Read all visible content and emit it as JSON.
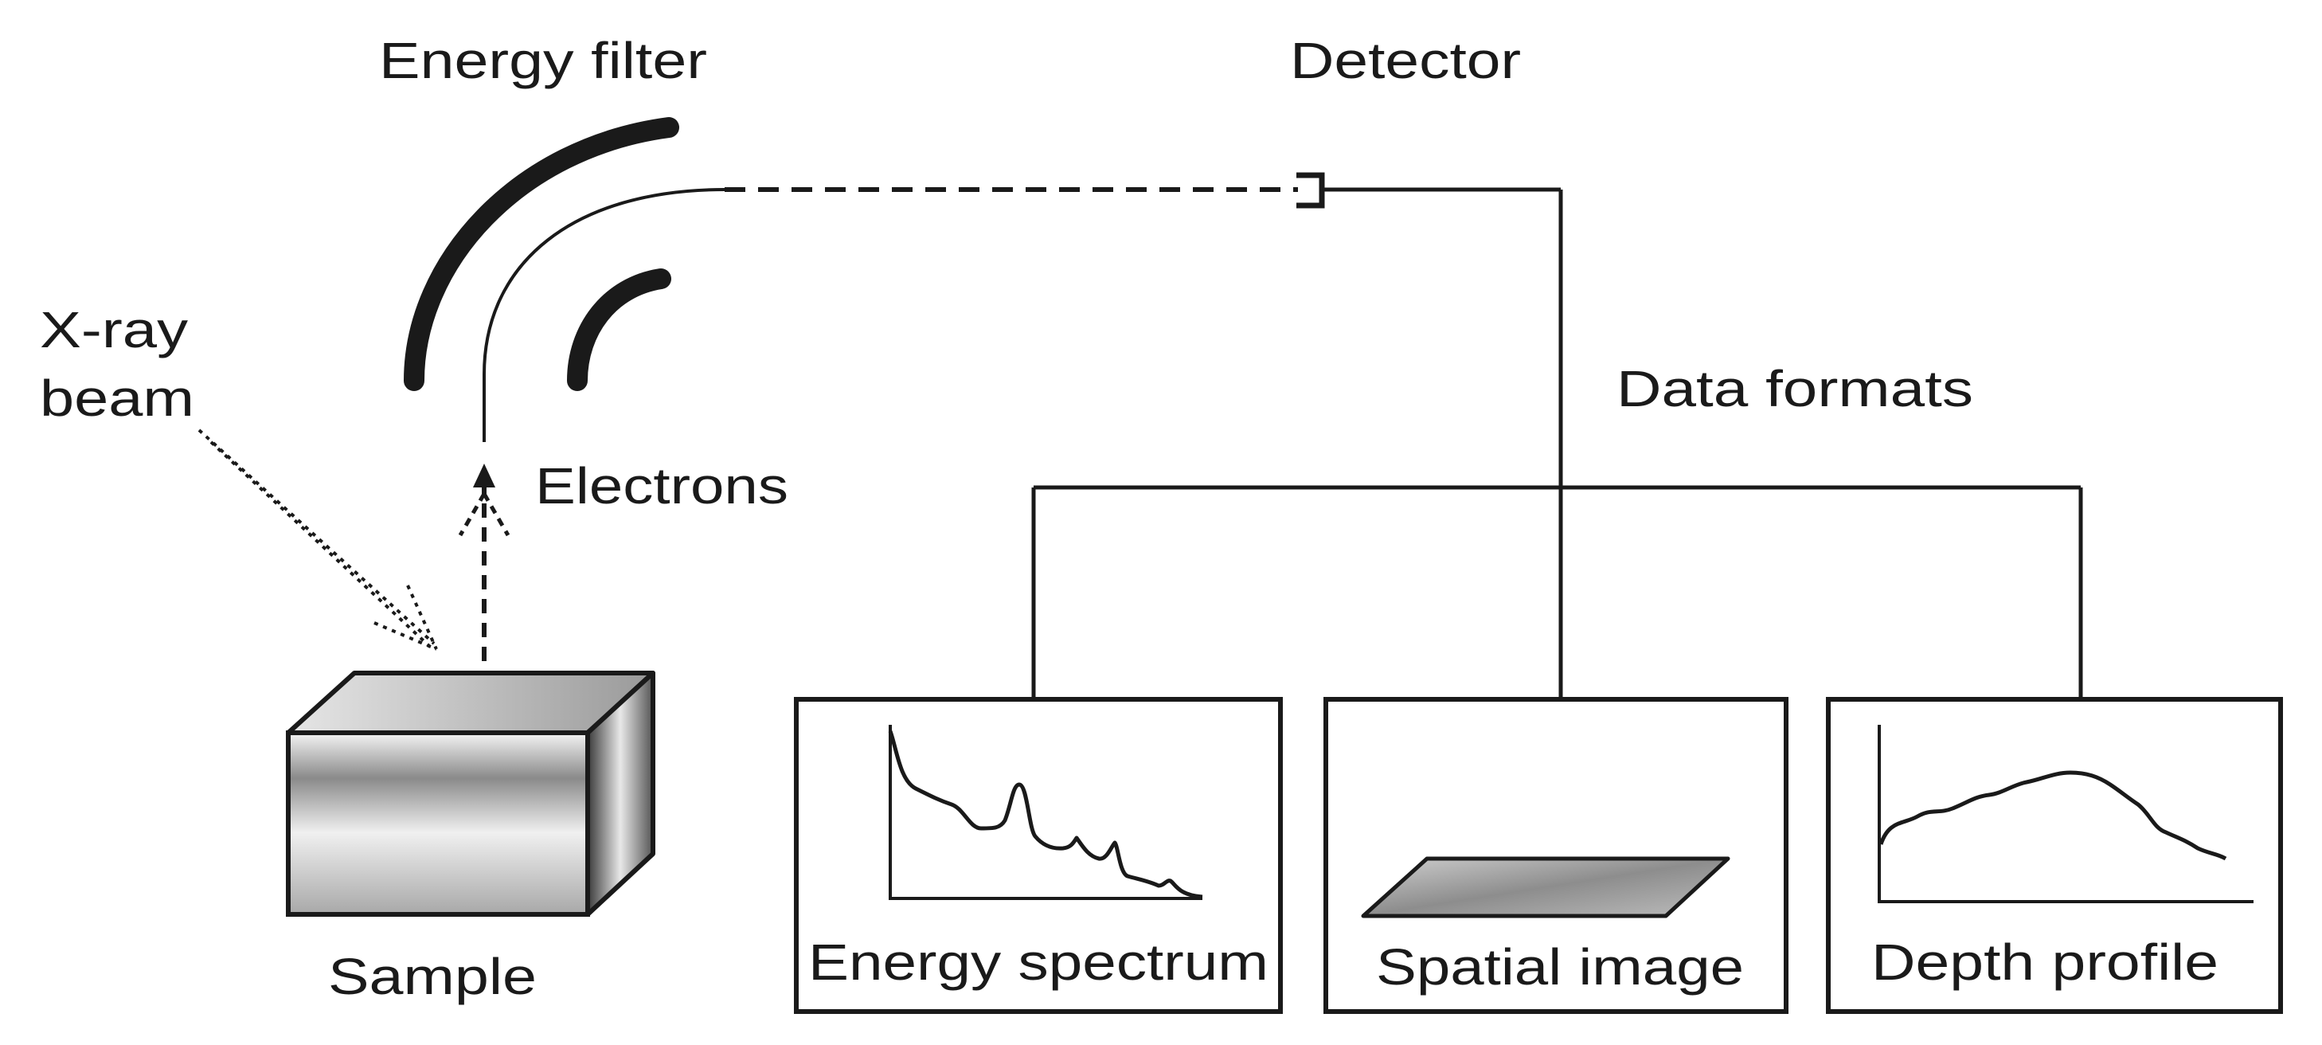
{
  "labels": {
    "energy_filter": "Energy filter",
    "detector": "Detector",
    "xray_line1": "X-ray",
    "xray_line2": "beam",
    "electrons": "Electrons",
    "data_formats": "Data formats",
    "sample": "Sample"
  },
  "outputs": [
    {
      "label": "Energy spectrum"
    },
    {
      "label": "Spatial image"
    },
    {
      "label": "Depth profile"
    }
  ],
  "colors": {
    "ink": "#1a1a1a",
    "background": "#ffffff"
  }
}
